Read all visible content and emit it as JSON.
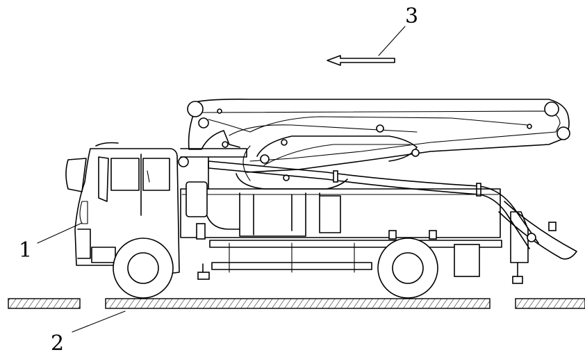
{
  "figure": {
    "labels": [
      {
        "id": "1",
        "text": "1"
      },
      {
        "id": "2",
        "text": "2"
      },
      {
        "id": "3",
        "text": "3"
      }
    ],
    "colors": {
      "line": "#000000",
      "background": "#ffffff"
    }
  }
}
